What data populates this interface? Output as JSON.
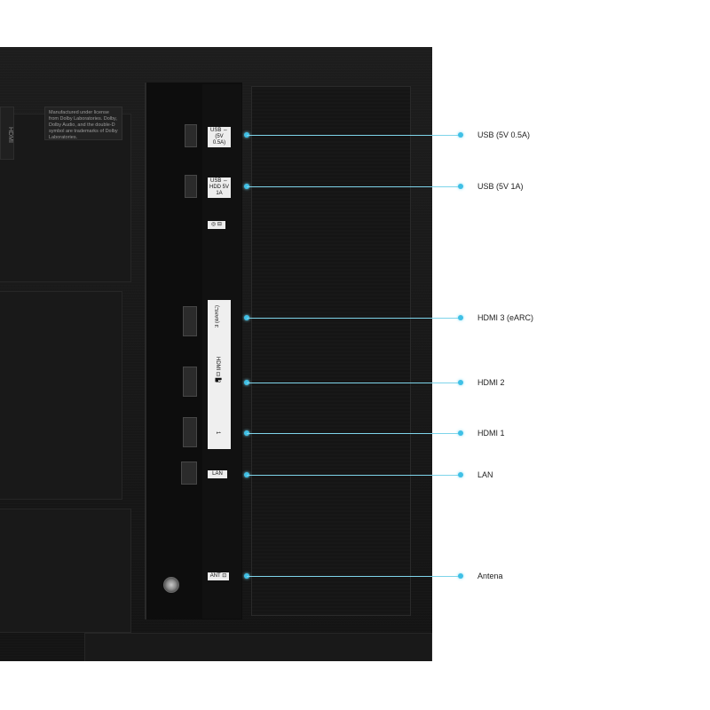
{
  "callouts": [
    {
      "id": "usb1",
      "label": "USB (5V 0.5A)"
    },
    {
      "id": "usb2",
      "label": "USB (5V 1A)"
    },
    {
      "id": "hdmi3",
      "label": "HDMI 3 (eARC)"
    },
    {
      "id": "hdmi2",
      "label": "HDMI 2"
    },
    {
      "id": "hdmi1",
      "label": "HDMI 1"
    },
    {
      "id": "lan",
      "label": "LAN"
    },
    {
      "id": "antena",
      "label": "Antena"
    }
  ],
  "port_labels": {
    "usb1": "USB ⇔ (5V 0.5A)",
    "usb2": "USB ⇔ HDD 5V 1A",
    "remote": "◎ ⊟",
    "lan": "LAN",
    "ant": "ANT ⊡"
  },
  "hdmi_plate": {
    "hdmi3": "3 (eARC)",
    "hdmi_logo": "HDMI ⊡ ▙",
    "hdmi2": "2",
    "hdmi1": "1"
  },
  "sticker_text": "Manufactured under license from Dolby Laboratories. Dolby, Dolby Audio, and the double-D symbol are trademarks of Dolby Laboratories.",
  "logo_text": "HDMI",
  "colors": {
    "leader_line": "#7ed4ea",
    "leader_dot": "#3fc0e6",
    "tv_body": "#171717"
  }
}
